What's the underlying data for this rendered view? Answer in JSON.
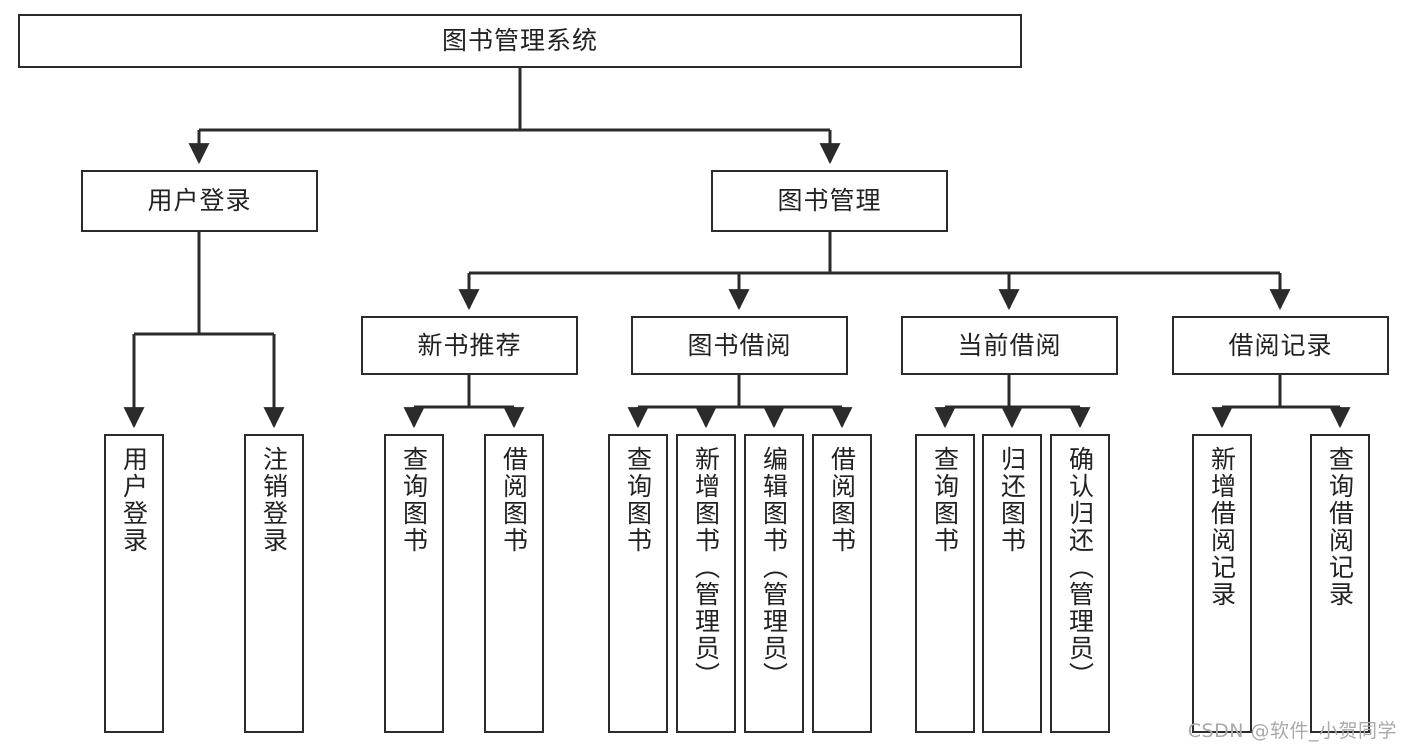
{
  "diagram": {
    "title": "图书管理系统",
    "type": "hierarchy-tree",
    "orientation": "top-down",
    "colors": {
      "box_border": "#2b2b2b",
      "box_fill": "#ffffff",
      "connector": "#2b2b2b",
      "text": "#222222",
      "watermark": "#a9a9a9"
    },
    "levels": [
      {
        "level": 1,
        "nodes": [
          {
            "id": "root",
            "label": "图书管理系统",
            "orientation": "horizontal"
          }
        ]
      },
      {
        "level": 2,
        "nodes": [
          {
            "id": "user-login",
            "label": "用户登录",
            "orientation": "horizontal",
            "parent": "root"
          },
          {
            "id": "book-manage",
            "label": "图书管理",
            "orientation": "horizontal",
            "parent": "root"
          }
        ]
      },
      {
        "level": 3,
        "nodes": [
          {
            "id": "new-book-recommend",
            "label": "新书推荐",
            "orientation": "horizontal",
            "parent": "book-manage"
          },
          {
            "id": "book-borrow",
            "label": "图书借阅",
            "orientation": "horizontal",
            "parent": "book-manage"
          },
          {
            "id": "current-borrow",
            "label": "当前借阅",
            "orientation": "horizontal",
            "parent": "book-manage"
          },
          {
            "id": "borrow-record",
            "label": "借阅记录",
            "orientation": "horizontal",
            "parent": "book-manage"
          }
        ]
      },
      {
        "level": 4,
        "nodes": [
          {
            "id": "leaf-user-login",
            "label": "用户登录",
            "orientation": "vertical",
            "parent": "user-login"
          },
          {
            "id": "leaf-logout-login",
            "label": "注销登录",
            "orientation": "vertical",
            "parent": "user-login"
          },
          {
            "id": "leaf-query-book-1",
            "label": "查询图书",
            "orientation": "vertical",
            "parent": "new-book-recommend"
          },
          {
            "id": "leaf-borrow-book-1",
            "label": "借阅图书",
            "orientation": "vertical",
            "parent": "new-book-recommend"
          },
          {
            "id": "leaf-query-book-2",
            "label": "查询图书",
            "orientation": "vertical",
            "parent": "book-borrow"
          },
          {
            "id": "leaf-add-book-admin",
            "label": "新增图书（管理员）",
            "orientation": "vertical",
            "parent": "book-borrow"
          },
          {
            "id": "leaf-edit-book-admin",
            "label": "编辑图书（管理员）",
            "orientation": "vertical",
            "parent": "book-borrow"
          },
          {
            "id": "leaf-borrow-book-2",
            "label": "借阅图书",
            "orientation": "vertical",
            "parent": "book-borrow"
          },
          {
            "id": "leaf-query-book-3",
            "label": "查询图书",
            "orientation": "vertical",
            "parent": "current-borrow"
          },
          {
            "id": "leaf-return-book",
            "label": "归还图书",
            "orientation": "vertical",
            "parent": "current-borrow"
          },
          {
            "id": "leaf-confirm-return-admin",
            "label": "确认归还（管理员）",
            "orientation": "vertical",
            "parent": "current-borrow"
          },
          {
            "id": "leaf-add-borrow-record",
            "label": "新增借阅记录",
            "orientation": "vertical",
            "parent": "borrow-record"
          },
          {
            "id": "leaf-query-borrow-record",
            "label": "查询借阅记录",
            "orientation": "vertical",
            "parent": "borrow-record"
          }
        ]
      }
    ]
  },
  "watermark": {
    "text": "CSDN @软件_小贺同学"
  }
}
